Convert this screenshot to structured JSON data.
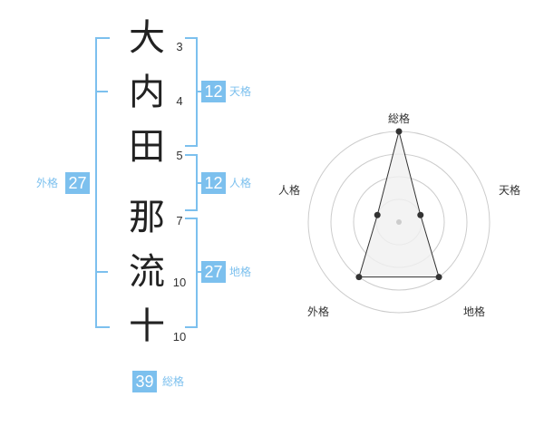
{
  "name_chars": [
    {
      "char": "大",
      "strokes": "3"
    },
    {
      "char": "内",
      "strokes": "4"
    },
    {
      "char": "田",
      "strokes": "5"
    },
    {
      "char": "那",
      "strokes": "7"
    },
    {
      "char": "流",
      "strokes": "10"
    },
    {
      "char": "十",
      "strokes": "10"
    }
  ],
  "kaku": {
    "tenkaku": {
      "label": "天格",
      "value": "12"
    },
    "jinkaku": {
      "label": "人格",
      "value": "12"
    },
    "chikaku": {
      "label": "地格",
      "value": "27"
    },
    "gaikaku": {
      "label": "外格",
      "value": "27"
    },
    "soukaku": {
      "label": "総格",
      "value": "39"
    }
  },
  "chart_data": {
    "type": "radar",
    "axes": [
      "総格",
      "天格",
      "地格",
      "外格",
      "人格"
    ],
    "values": [
      4,
      1,
      3,
      3,
      1
    ],
    "max": 4,
    "rings": 4,
    "colors": {
      "line": "#333333",
      "fill": "#f0f0f0",
      "ring": "#cccccc"
    }
  }
}
